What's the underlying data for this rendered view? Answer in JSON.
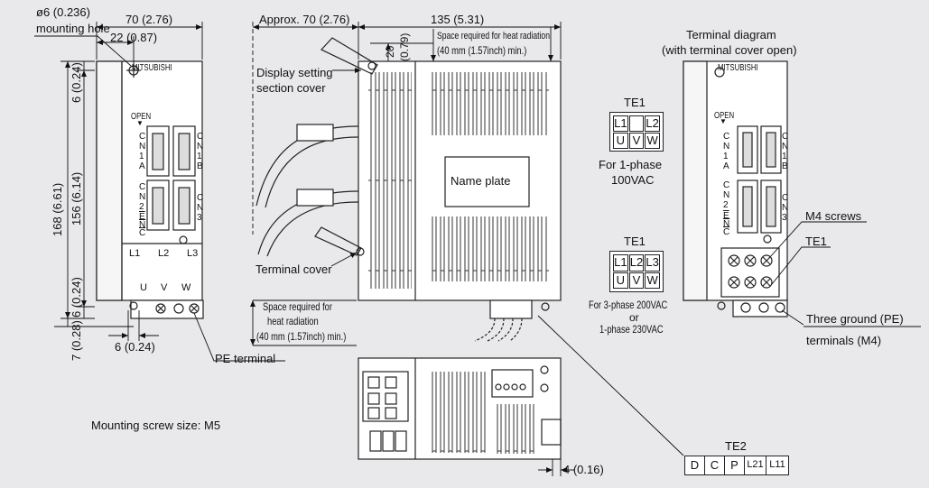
{
  "front_view": {
    "hole_dia": "ø6 (0.236)",
    "hole_label": "mounting hole",
    "width_total": "70 (2.76)",
    "width_hole": "22 (0.87)",
    "height_total": "168 (6.61)",
    "height_inner": "156 (6.14)",
    "top_margin": "6 (0.24)",
    "bottom_margin": "6 (0.24)",
    "bottom_offset": "7 (0.28)",
    "foot_width": "6 (0.24)",
    "brand": "MITSUBISHI",
    "open_label": "OPEN",
    "cn1a": "C N 1 A",
    "cn1b": "C N 1 B",
    "cn2": "C N 2",
    "enc": "E N C",
    "cn3": "C N 3",
    "l1": "L1",
    "l2": "L2",
    "l3": "L3",
    "u": "U",
    "v": "V",
    "w": "W",
    "pe_terminal": "PE terminal",
    "mounting_screw": "Mounting screw size: M5"
  },
  "side_view": {
    "approx_depth": "Approx. 70 (2.76)",
    "depth": "135 (5.31)",
    "top_clearance_a": "20",
    "top_clearance_b": "(0.79)",
    "heat_top_1": "Space required for heat radiation",
    "heat_top_2": "(40 mm (1.57inch) min.)",
    "display_cover_1": "Display setting",
    "display_cover_2": "section cover",
    "name_plate": "Name plate",
    "terminal_cover": "Terminal cover",
    "heat_bottom_1": "Space required for",
    "heat_bottom_2": "heat radiation",
    "heat_bottom_3": "(40 mm (1.57inch) min.)"
  },
  "bottom_view": {
    "dim": "4 (0.16)",
    "te2_title": "TE2",
    "te2_cells": [
      "D",
      "C",
      "P",
      "L21",
      "L11"
    ]
  },
  "te1_single": {
    "title": "TE1",
    "top": [
      "L1",
      "",
      "L2"
    ],
    "bottom": [
      "U",
      "V",
      "W"
    ],
    "caption_1": "For 1-phase",
    "caption_2": "100VAC"
  },
  "te1_three": {
    "title": "TE1",
    "top": [
      "L1",
      "L2",
      "L3"
    ],
    "bottom": [
      "U",
      "V",
      "W"
    ],
    "caption_1": "For 3-phase 200VAC",
    "caption_2": "or",
    "caption_3": "1-phase 230VAC"
  },
  "terminal_diagram": {
    "title_1": "Terminal diagram",
    "title_2": "(with terminal cover open)",
    "brand": "MITSUBISHI",
    "open_label": "OPEN",
    "cn1a": "C N 1 A",
    "cn1b": "C N 1 B",
    "cn2": "C N 2",
    "enc": "E N C",
    "cn3": "C N 3",
    "m4_screws": "M4 screws",
    "te1": "TE1",
    "ground_1": "Three ground (PE)",
    "ground_2": "terminals (M4)"
  }
}
